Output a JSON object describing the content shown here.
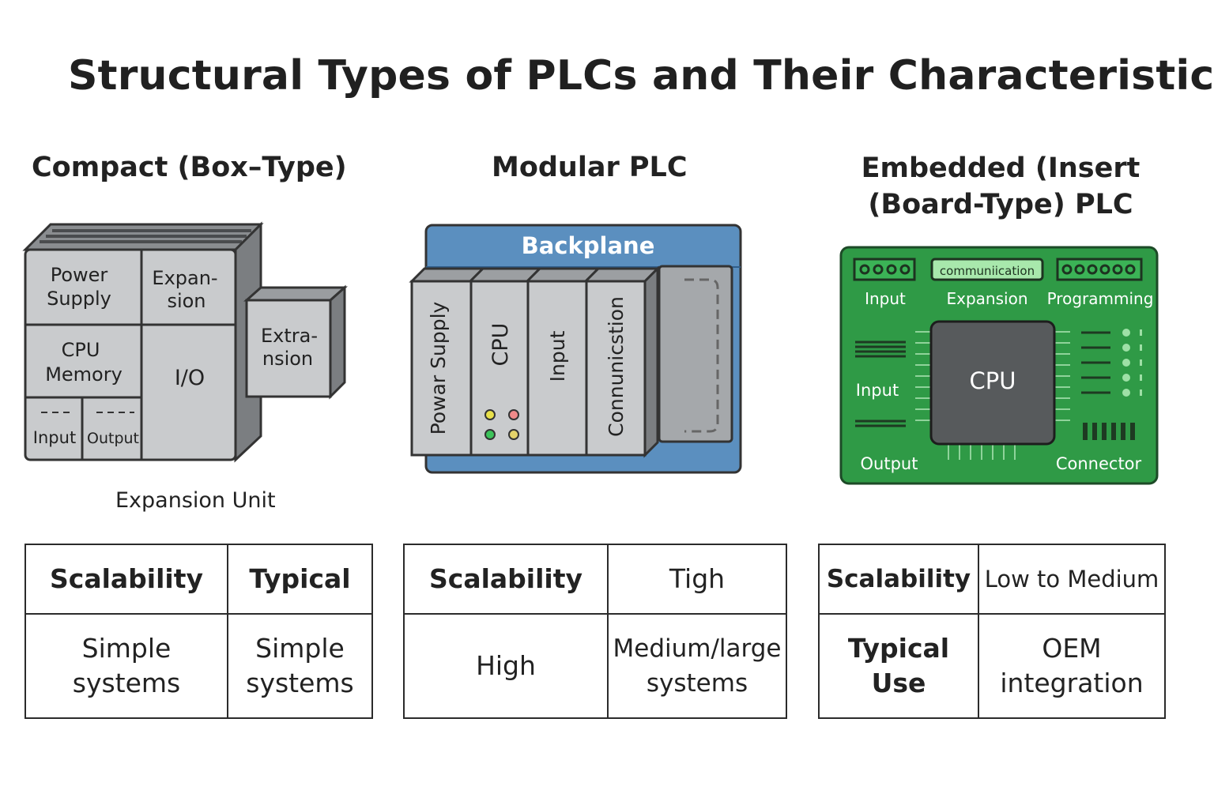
{
  "title": "Structural Types of PLCs and Their Characteristics",
  "compact": {
    "title": "Compact (Box–Type)",
    "power_supply": [
      "Power",
      "Supply"
    ],
    "expansion": [
      "Expan-",
      "sion"
    ],
    "cpu_memory": [
      "CPU",
      "Memory"
    ],
    "io": "I/O",
    "input": "Input",
    "output": "Output",
    "extension": [
      "Extra-",
      "nsion"
    ],
    "caption": "Expansion Unit",
    "table": {
      "r1c1": "Scalability",
      "r1c2": "Typical",
      "r2c1": [
        "Simple",
        "systems"
      ],
      "r2c2": [
        "Simple",
        "systems"
      ]
    }
  },
  "modular": {
    "title": "Modular PLC",
    "backplane": "Backplane",
    "modules": [
      "Powar Supply",
      "CPU",
      "Input",
      "Connunicstion"
    ],
    "led_colors": [
      "#e8e04a",
      "#f08a8a",
      "#3cc35a",
      "#e4d36a"
    ],
    "table": {
      "r1c1": "Scalability",
      "r1c2": "Tigh",
      "r2c1": "High",
      "r2c2": [
        "Medium/large",
        "systems"
      ]
    }
  },
  "embedded": {
    "title": [
      "Embedded (Insert",
      "(Board-Type) PLC"
    ],
    "board_color": "#2f9a46",
    "chip_label": "communiication",
    "top_labels": [
      "Input",
      "Expansion",
      "Programming"
    ],
    "cpu": "CPU",
    "input": "Input",
    "output": "Output",
    "connector": "Connector",
    "table": {
      "r1c1": "Scalability",
      "r1c2": "Low to Medium",
      "r2c1": [
        "Typical",
        "Use"
      ],
      "r2c2": [
        "OEM",
        "integration"
      ]
    }
  }
}
